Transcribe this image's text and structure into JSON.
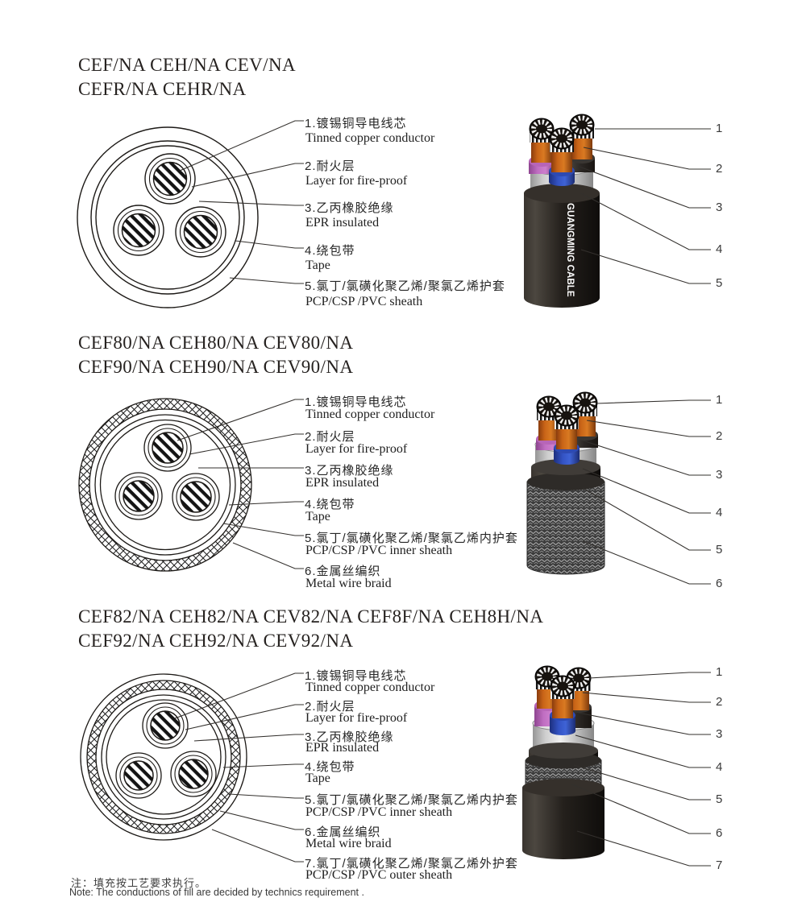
{
  "brand": "GUANGMING CABLE",
  "note": {
    "zh": "注：填充按工艺要求执行。",
    "en": "Note: The conductions of fill are decided by technics requirement ."
  },
  "colors": {
    "fireproof_orange": "#c96417",
    "insulation_pink": "#c06ec2",
    "insulation_blue": "#3353c4",
    "insulation_black": "#2c2825",
    "tape_silver": "#d5d5d5",
    "sheath_black": "#211d19",
    "braid_gray": "#3c3c3c"
  },
  "sections": [
    {
      "title_line1": "CEF/NA CEH/NA CEV/NA",
      "title_line2": "CEFR/NA CEHR/NA",
      "labels": [
        {
          "zh": "1.镀锡铜导电线芯",
          "en": "Tinned copper conductor"
        },
        {
          "zh": "2.耐火层",
          "en": "Layer for fire-proof"
        },
        {
          "zh": "3.乙丙橡胶绝缘",
          "en": "EPR insulated"
        },
        {
          "zh": "4.绕包带",
          "en": "Tape"
        },
        {
          "zh": "5.氯丁/氯磺化聚乙烯/聚氯乙烯护套",
          "en": "PCP/CSP /PVC sheath"
        }
      ],
      "numbers": [
        "1",
        "2",
        "3",
        "4",
        "5"
      ]
    },
    {
      "title_line1": "CEF80/NA CEH80/NA CEV80/NA",
      "title_line2": "CEF90/NA CEH90/NA CEV90/NA",
      "labels": [
        {
          "zh": "1.镀锡铜导电线芯",
          "en": "Tinned copper conductor"
        },
        {
          "zh": "2.耐火层",
          "en": "Layer for fire-proof"
        },
        {
          "zh": "3.乙丙橡胶绝缘",
          "en": "EPR insulated"
        },
        {
          "zh": "4.绕包带",
          "en": "Tape"
        },
        {
          "zh": "5.氯丁/氯磺化聚乙烯/聚氯乙烯内护套",
          "en": "PCP/CSP /PVC inner sheath"
        },
        {
          "zh": "6.金属丝编织",
          "en": "Metal wire braid"
        }
      ],
      "numbers": [
        "1",
        "2",
        "3",
        "4",
        "5",
        "6"
      ]
    },
    {
      "title_line1": "CEF82/NA CEH82/NA CEV82/NA CEF8F/NA CEH8H/NA",
      "title_line2": "CEF92/NA CEH92/NA CEV92/NA",
      "labels": [
        {
          "zh": "1.镀锡铜导电线芯",
          "en": "Tinned copper conductor"
        },
        {
          "zh": "2.耐火层",
          "en": "Layer for fire-proof"
        },
        {
          "zh": "3.乙丙橡胶绝缘",
          "en": "EPR insulated"
        },
        {
          "zh": "4.绕包带",
          "en": "Tape"
        },
        {
          "zh": "5.氯丁/氯磺化聚乙烯/聚氯乙烯内护套",
          "en": "PCP/CSP /PVC inner sheath"
        },
        {
          "zh": "6.金属丝编织",
          "en": "Metal wire braid"
        },
        {
          "zh": "7.氯丁/氯磺化聚乙烯/聚氯乙烯外护套",
          "en": "PCP/CSP /PVC outer sheath"
        }
      ],
      "numbers": [
        "1",
        "2",
        "3",
        "4",
        "5",
        "6",
        "7"
      ]
    }
  ]
}
